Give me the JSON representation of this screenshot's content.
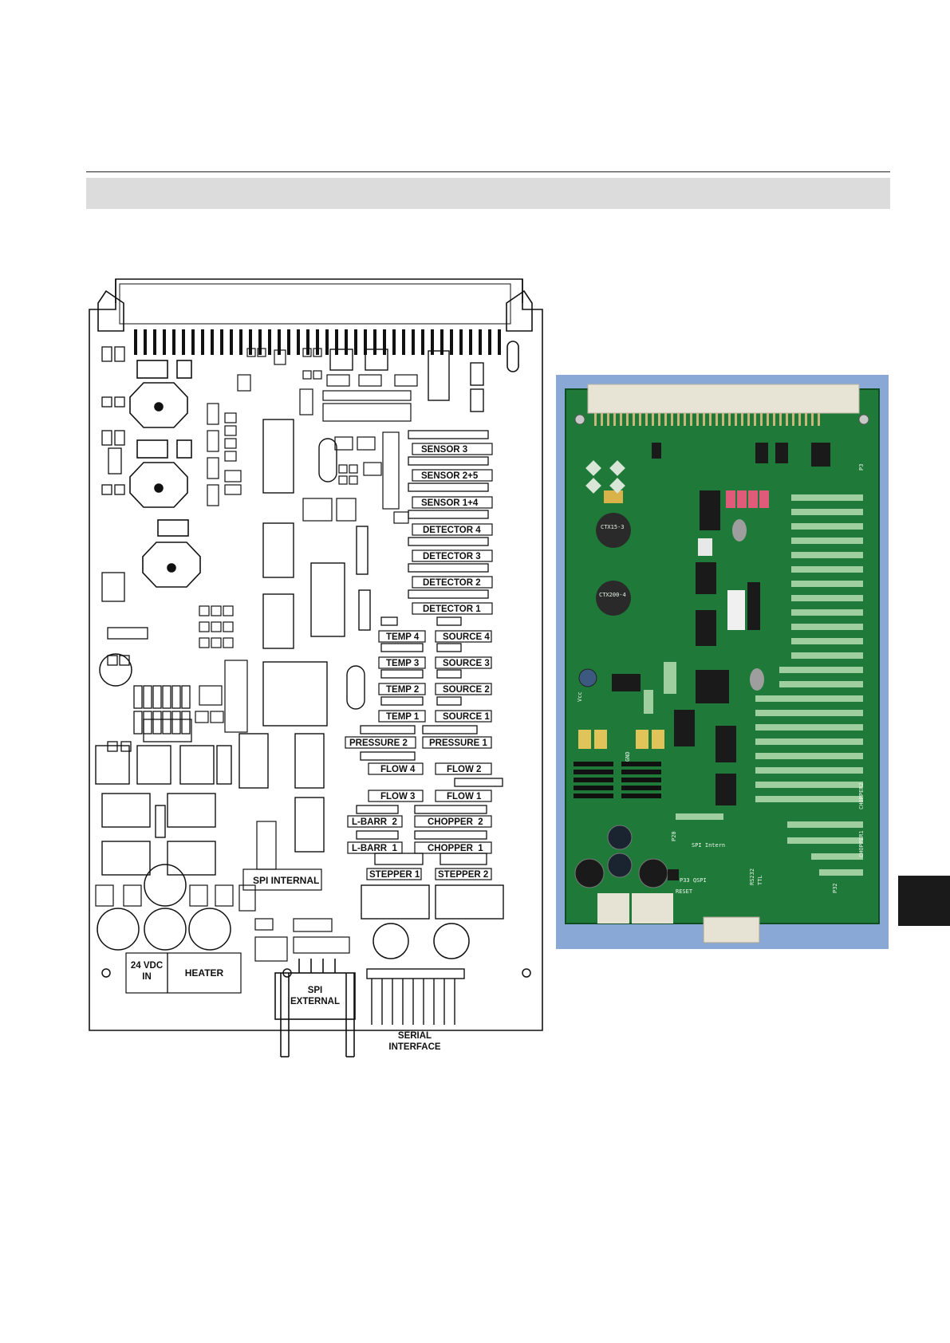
{
  "page": {
    "header_band_text": "",
    "side_tab_text": ""
  },
  "diagram": {
    "labels": {
      "sensor3": "SENSOR 3",
      "sensor25": "SENSOR 2+5",
      "sensor14": "SENSOR 1+4",
      "detector4": "DETECTOR 4",
      "detector3": "DETECTOR 3",
      "detector2": "DETECTOR 2",
      "detector1": "DETECTOR 1",
      "temp4": "TEMP 4",
      "temp3": "TEMP 3",
      "temp2": "TEMP 2",
      "temp1": "TEMP 1",
      "source4": "SOURCE 4",
      "source3": "SOURCE 3",
      "source2": "SOURCE 2",
      "source1": "SOURCE 1",
      "pressure2": "PRESSURE 2",
      "pressure1": "PRESSURE 1",
      "flow4": "FLOW 4",
      "flow2": "FLOW 2",
      "flow3": "FLOW 3",
      "flow1": "FLOW 1",
      "lbarr2": "L-BARR  2",
      "chopper2": "CHOPPER  2",
      "lbarr1": "L-BARR  1",
      "chopper1": "CHOPPER  1",
      "stepper1": "STEPPER 1",
      "stepper2": "STEPPER 2",
      "spi_internal": "SPI INTERNAL",
      "vdc_line1": "24 VDC",
      "vdc_line2": "IN",
      "heater": "HEATER",
      "spi_ext_line1": "SPI",
      "spi_ext_line2": "EXTERNAL",
      "serial_line1": "SERIAL",
      "serial_line2": "INTERFACE"
    }
  },
  "photo": {
    "silkscreen": {
      "vcc": "Vcc",
      "gnd": "GND",
      "reset": "RESET",
      "p33_qspi": "P33 QSPI",
      "spi_intern": "SPI Intern",
      "p20": "P20",
      "rs232": "RS232",
      "ttl": "TTL",
      "p32": "P32",
      "chopper2": "CHOPPER2",
      "chopper1": "CHOPPER1",
      "p3": "P3",
      "c1": "CTX15-3",
      "c2": "CTX200-4"
    }
  }
}
